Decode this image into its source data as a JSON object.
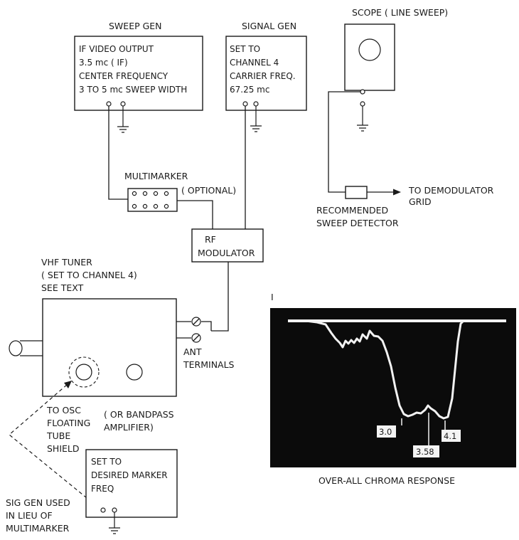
{
  "sweep_gen": {
    "title": "SWEEP GEN",
    "lines": [
      "IF VIDEO OUTPUT",
      "3.5 mc ( IF)",
      "CENTER FREQUENCY",
      "3 TO 5 mc SWEEP WIDTH"
    ]
  },
  "signal_gen": {
    "title": "SIGNAL GEN",
    "lines": [
      "SET TO",
      "CHANNEL 4",
      "CARRIER FREQ.",
      "67.25 mc"
    ]
  },
  "scope": {
    "title": "SCOPE ( LINE SWEEP)"
  },
  "multimarker": {
    "title": "MULTIMARKER",
    "optional": "( OPTIONAL)"
  },
  "rf_modulator": {
    "lines": [
      "RF",
      "MODULATOR"
    ]
  },
  "detector": {
    "output_lines": [
      "TO DEMODULATOR",
      "GRID"
    ],
    "label_lines": [
      "RECOMMENDED",
      "SWEEP DETECTOR"
    ]
  },
  "vhf_tuner": {
    "lines": [
      "VHF TUNER",
      "( SET TO CHANNEL 4)",
      "SEE TEXT"
    ],
    "ant_lines": [
      "ANT",
      "TERMINALS"
    ],
    "osc_lines": [
      "TO OSC",
      "FLOATING",
      "TUBE",
      "SHIELD"
    ],
    "bandpass_lines": [
      "( OR BANDPASS",
      "AMPLIFIER)"
    ]
  },
  "marker_gen": {
    "lines": [
      "SET TO",
      "DESIRED MARKER",
      "FREQ"
    ],
    "side_lines": [
      "SIG GEN USED",
      "IN LIEU OF",
      "MULTIMARKER"
    ]
  },
  "photo": {
    "corner_mark": "I",
    "markers": [
      "3.0",
      "3.58",
      "4.1"
    ],
    "caption": "OVER-ALL CHROMA RESPONSE"
  }
}
